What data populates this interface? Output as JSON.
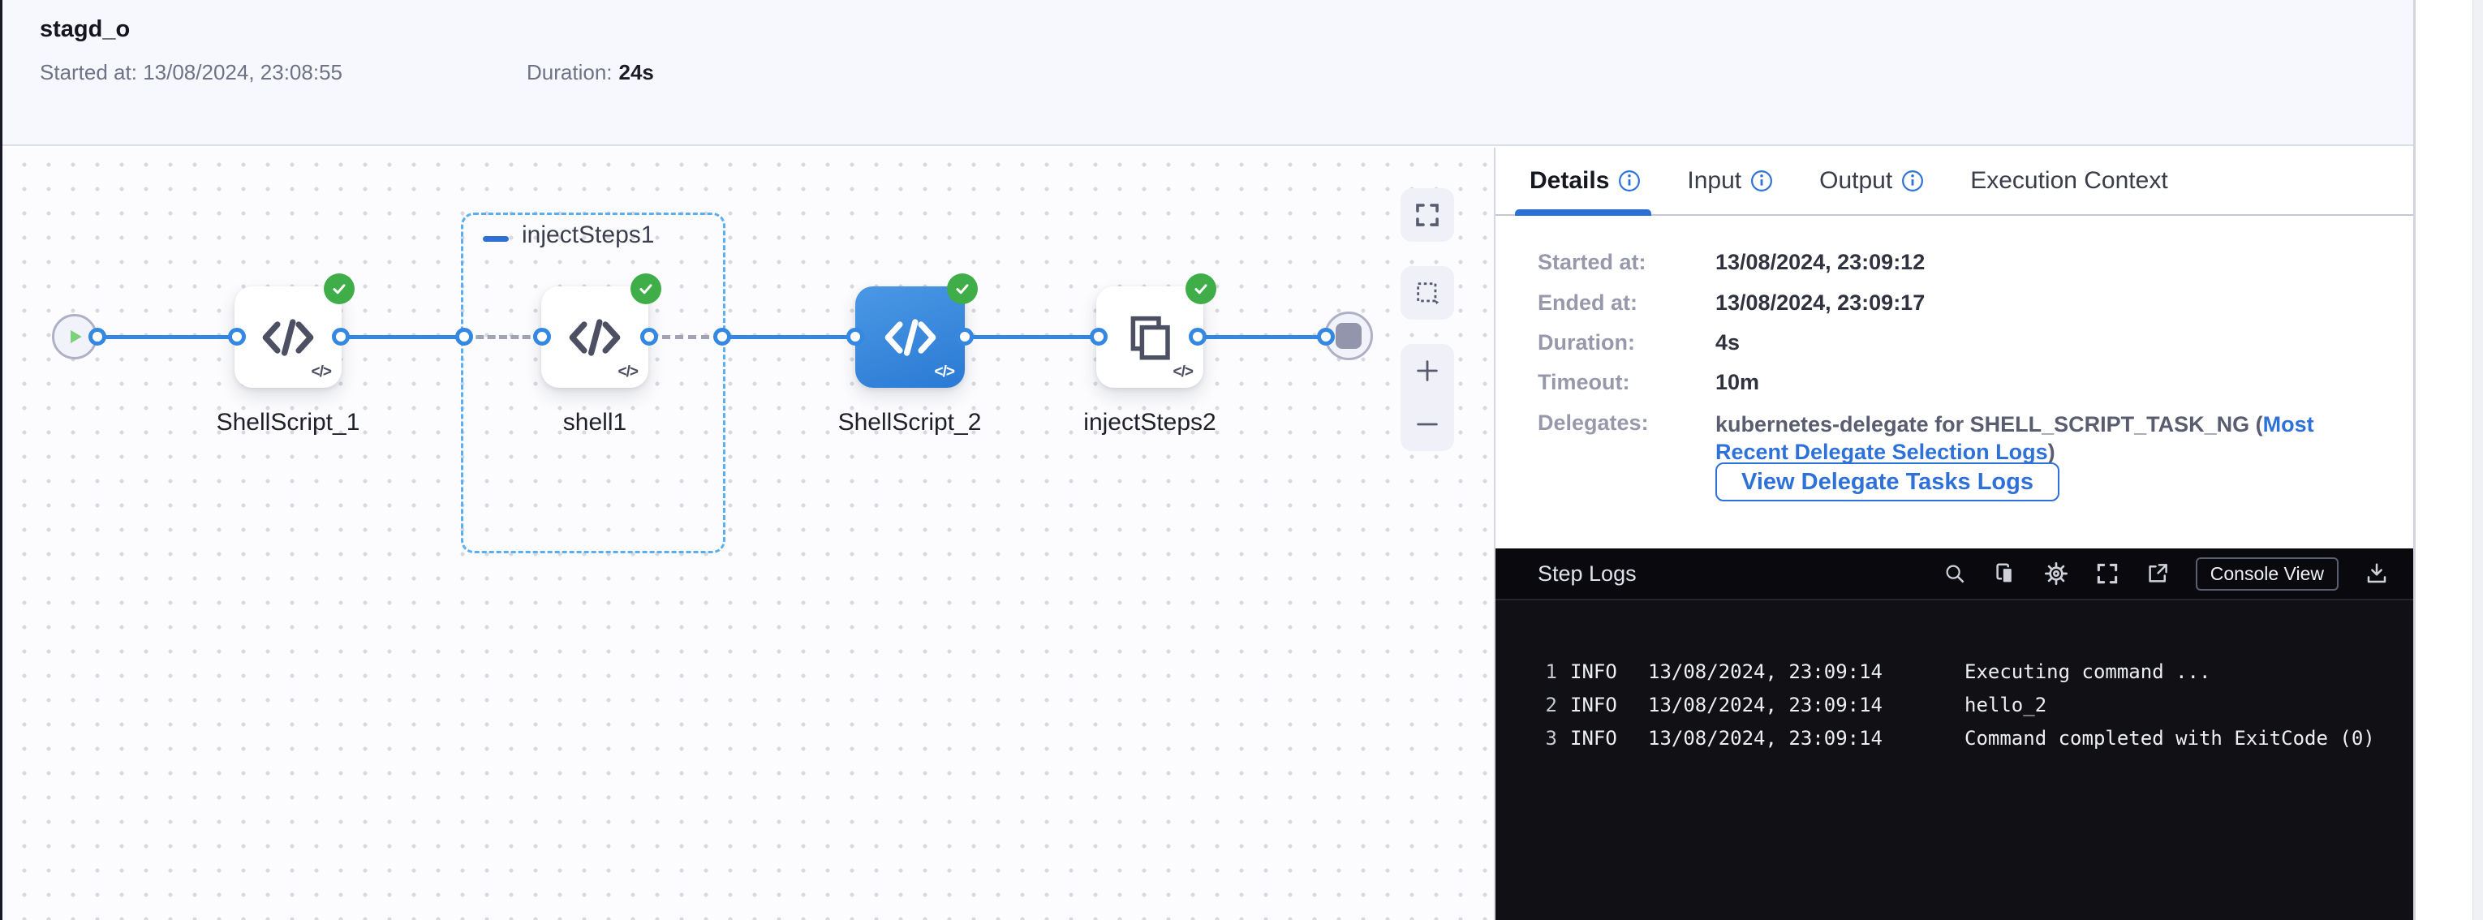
{
  "header": {
    "title": "stagd_o",
    "started_label": "Started at:",
    "started_value": "13/08/2024, 23:08:55",
    "duration_label": "Duration:",
    "duration_value": "24s"
  },
  "canvas": {
    "group_label": "injectSteps1",
    "code_badge": "</>",
    "nodes": {
      "shellscript1": {
        "label": "ShellScript_1"
      },
      "shell1": {
        "label": "shell1"
      },
      "shellscript2": {
        "label": "ShellScript_2"
      },
      "injectsteps2": {
        "label": "injectSteps2"
      }
    }
  },
  "tabs": {
    "details": "Details",
    "input": "Input",
    "output": "Output",
    "execution_context": "Execution Context"
  },
  "details": {
    "started_at": {
      "label": "Started at:",
      "value": "13/08/2024, 23:09:12"
    },
    "ended_at": {
      "label": "Ended at:",
      "value": "13/08/2024, 23:09:17"
    },
    "duration": {
      "label": "Duration:",
      "value": "4s"
    },
    "timeout": {
      "label": "Timeout:",
      "value": "10m"
    },
    "delegates": {
      "label": "Delegates:",
      "value_prefix": "kubernetes-delegate for SHELL_SCRIPT_TASK_NG (",
      "link_text": "Most Recent Delegate Selection Logs",
      "value_suffix": ")"
    },
    "button_label": "View Delegate Tasks Logs"
  },
  "logs": {
    "title": "Step Logs",
    "console_view_label": "Console View",
    "lines": [
      {
        "num": "1",
        "level": "INFO",
        "time": "13/08/2024, 23:09:14",
        "message": "Executing command ..."
      },
      {
        "num": "2",
        "level": "INFO",
        "time": "13/08/2024, 23:09:14",
        "message": "hello_2"
      },
      {
        "num": "3",
        "level": "INFO",
        "time": "13/08/2024, 23:09:14",
        "message": "Command completed with ExitCode (0)"
      }
    ]
  },
  "colors": {
    "accent_blue": "#2e71d8",
    "connector_blue": "#3488e2",
    "success_green": "#3fae49",
    "selected_node_blue": "#2e7fd9",
    "group_border_blue": "#5aaef2",
    "log_background": "#101015"
  }
}
